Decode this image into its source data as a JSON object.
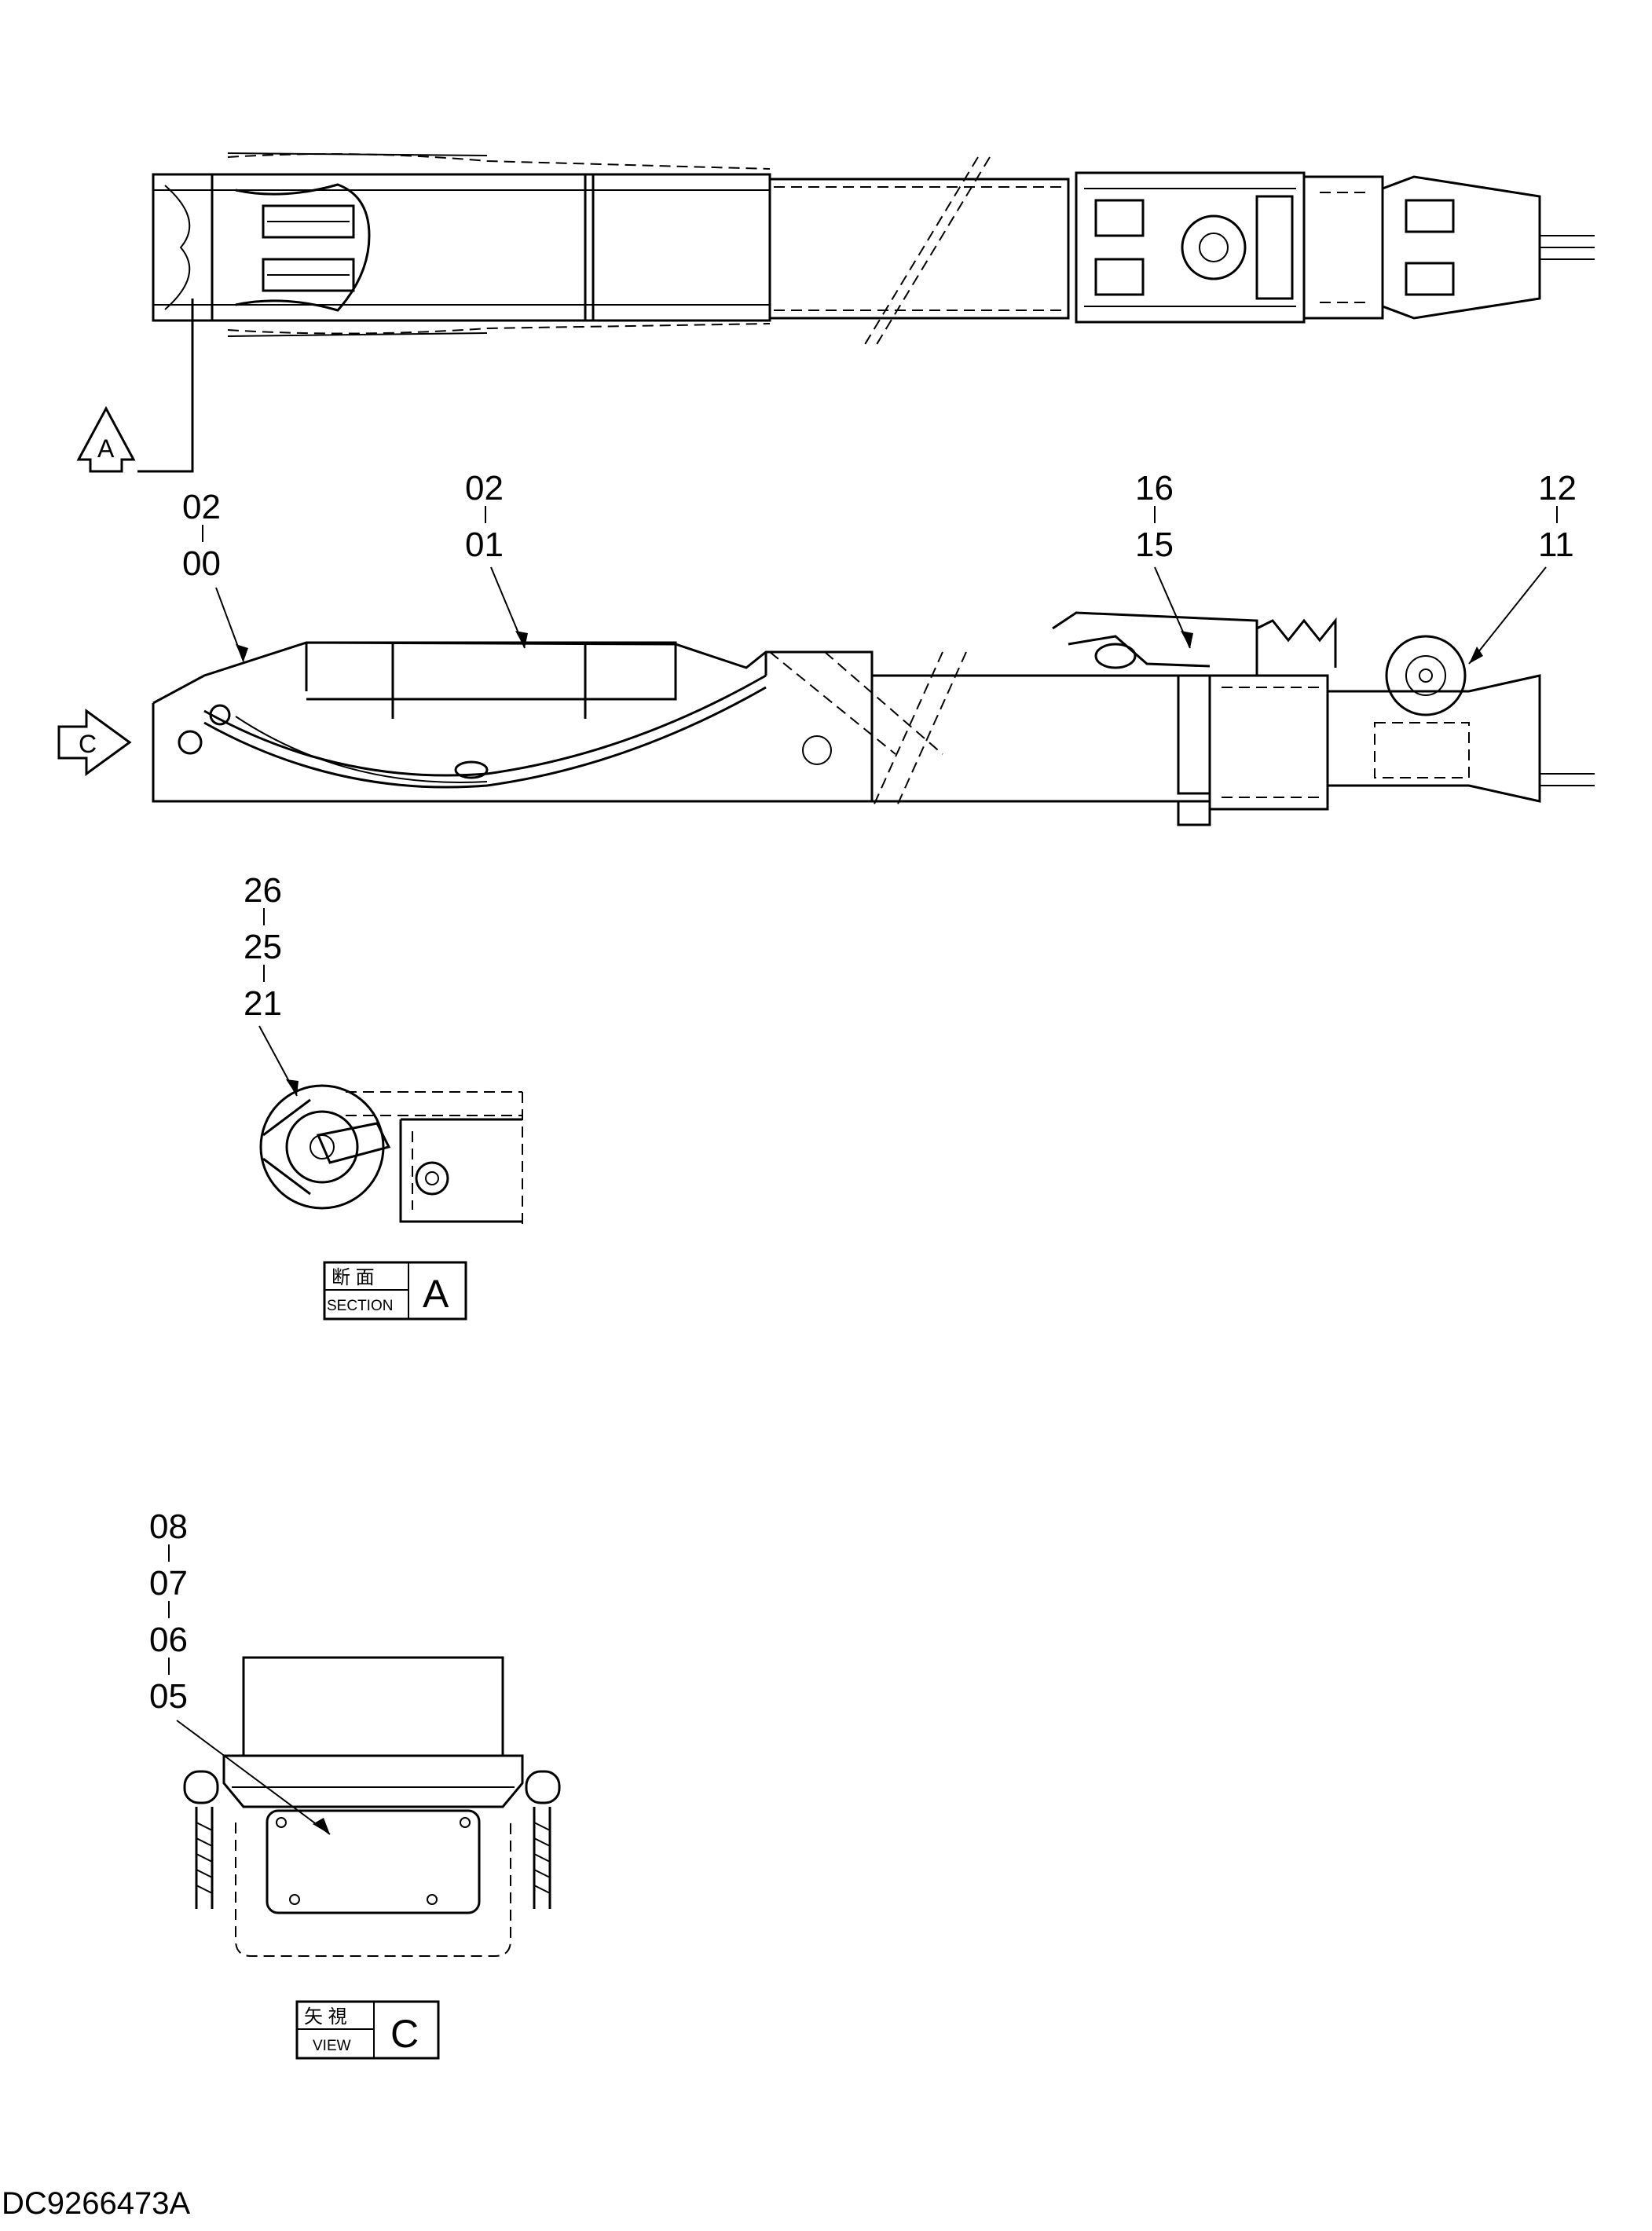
{
  "callouts": {
    "c_02_00": [
      "02",
      "00"
    ],
    "c_02_01": [
      "02",
      "01"
    ],
    "c_16_15": [
      "16",
      "15"
    ],
    "c_12_11": [
      "12",
      "11"
    ],
    "c_26_25_21": [
      "26",
      "25",
      "21"
    ],
    "c_08_07_06_05": [
      "08",
      "07",
      "06",
      "05"
    ]
  },
  "markers": {
    "section_arrow": "A",
    "view_arrow": "C"
  },
  "section_label": {
    "jp": "断 面",
    "en": "SECTION",
    "letter": "A"
  },
  "view_label": {
    "jp": "矢 視",
    "en": "VIEW",
    "letter": "C"
  },
  "document_number": "DC9266473A"
}
